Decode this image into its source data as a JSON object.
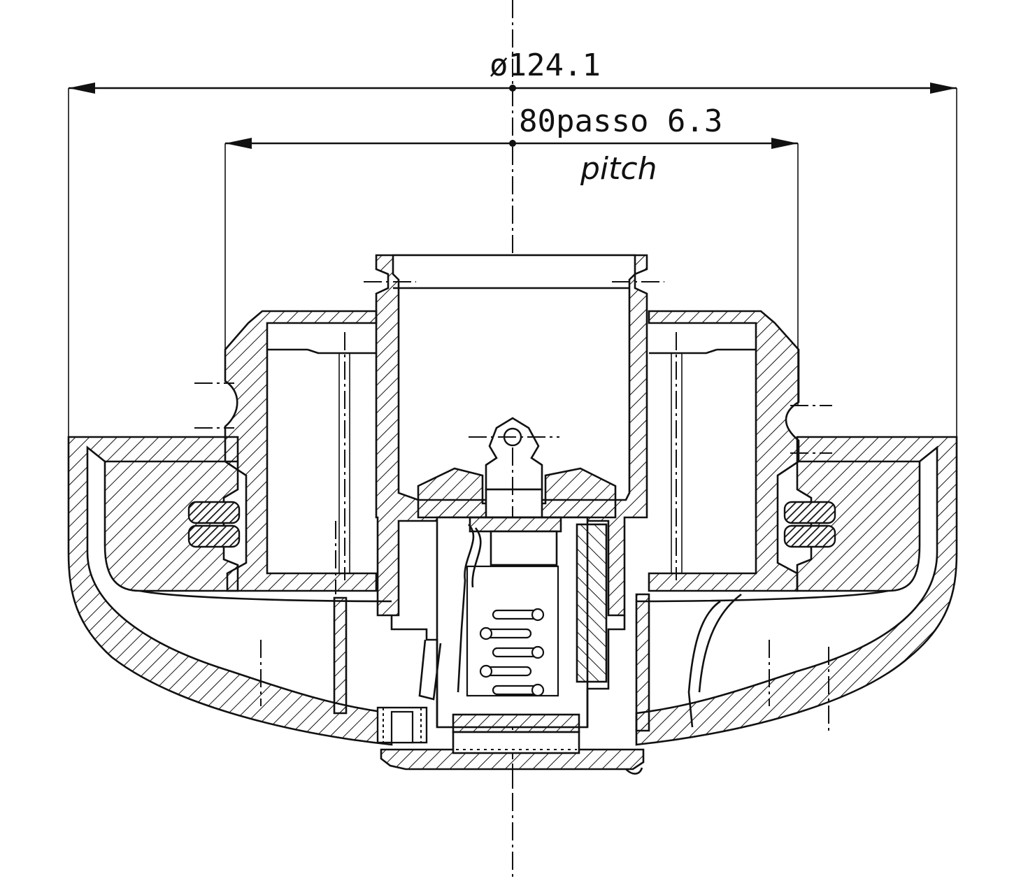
{
  "drawing": {
    "dimensions": {
      "outer_diameter": "ø124.1",
      "pitch_label": "80passo 6.3",
      "pitch_translation": "pitch"
    }
  }
}
